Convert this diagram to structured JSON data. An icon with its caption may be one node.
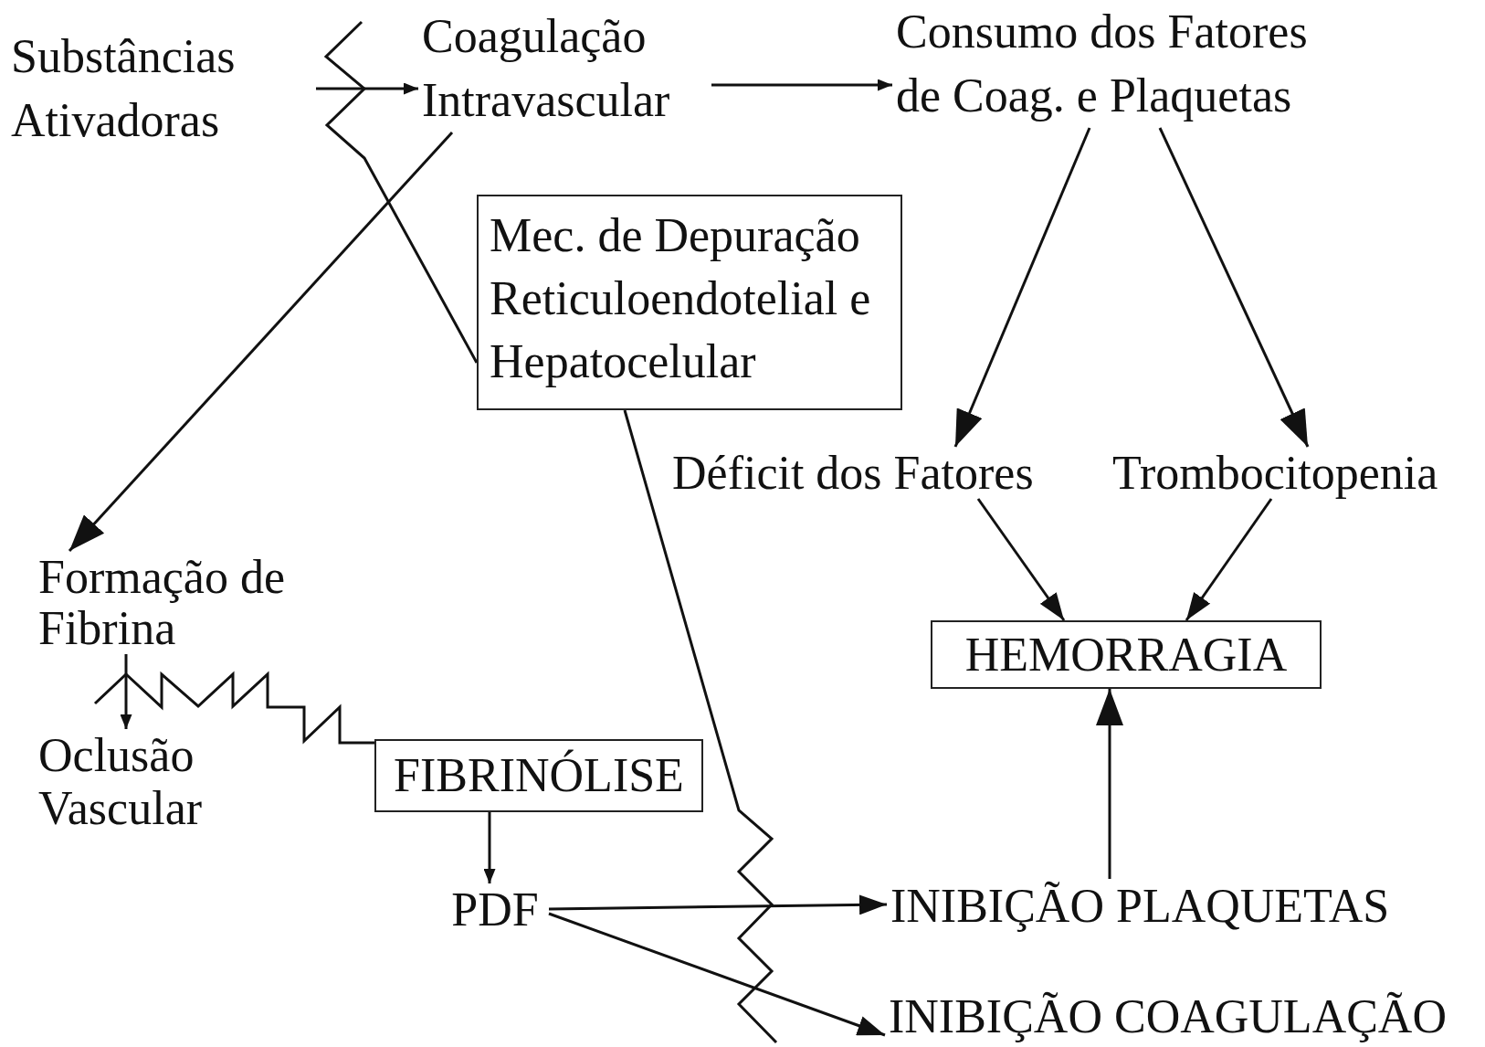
{
  "diagram": {
    "nodes": [
      {
        "text": [
          "Substâncias Ativadoras"
        ]
      },
      {
        "text": [
          "Coagulação Intravascular"
        ]
      },
      {
        "text": [
          "Consumo dos Fatores de Coag. e Plaquetas"
        ]
      },
      {
        "text": [
          "Mec. de Depuração Reticuloendotelial e Hepatocelular"
        ]
      },
      {
        "text": [
          "Déficit dos Fatores"
        ]
      },
      {
        "text": [
          "Trombocitopenia"
        ]
      },
      {
        "text": [
          "Formação de Fibrina"
        ]
      },
      {
        "text": [
          "HEMORRAGIA"
        ]
      },
      {
        "text": [
          "Oclusão Vascular"
        ]
      },
      {
        "text": [
          "FIBRINÓLISE"
        ]
      },
      {
        "text": [
          "PDF"
        ]
      },
      {
        "text": [
          "INIBIÇÃO PLAQUETAS"
        ]
      },
      {
        "text": [
          "INIBIÇÃO COAGULAÇÃO"
        ]
      }
    ],
    "edges": [
      {
        "from": 0,
        "to": 1,
        "arrow": "to"
      },
      {
        "from": 1,
        "to": 2,
        "arrow": "to"
      },
      {
        "from": 1,
        "to": 6,
        "arrow": "to"
      },
      {
        "from": 2,
        "to": 4,
        "arrow": "to"
      },
      {
        "from": 2,
        "to": 5,
        "arrow": "to"
      },
      {
        "from": 4,
        "to": 7,
        "arrow": "to"
      },
      {
        "from": 5,
        "to": 7,
        "arrow": "to"
      },
      {
        "from": 11,
        "to": 7,
        "arrow": "to"
      },
      {
        "from": 6,
        "to": 8,
        "arrow": "to"
      },
      {
        "from": 9,
        "to": 10,
        "arrow": "to"
      },
      {
        "from": 10,
        "to": 11,
        "arrow": "to"
      },
      {
        "from": 10,
        "to": 12,
        "arrow": "to"
      },
      {
        "from": 3,
        "to": null,
        "arrow": "none"
      },
      {
        "from": 3,
        "to": null,
        "arrow": "none"
      },
      {
        "from": 9,
        "to": null,
        "arrow": "none"
      }
    ]
  }
}
